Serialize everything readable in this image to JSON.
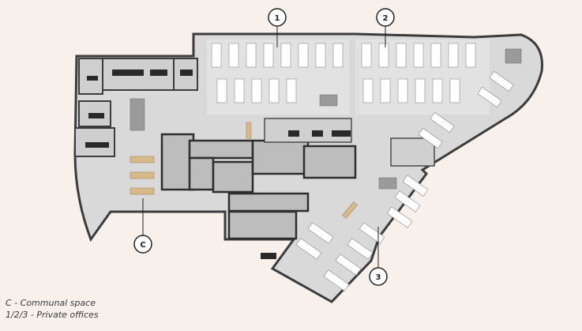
{
  "callouts": [
    {
      "label": "1"
    },
    {
      "label": "2"
    },
    {
      "label": "C"
    },
    {
      "label": "3"
    }
  ],
  "legend": {
    "line1": "C - Communal space",
    "line2": "1/2/3 - Private offices"
  },
  "colors": {
    "background": "#f8f0ea",
    "floor": "#d9d9d9",
    "wall": "#3c3c3c",
    "desk": "#ffffff",
    "chair": "#2a2a2a",
    "wood": "#d8b98a"
  }
}
